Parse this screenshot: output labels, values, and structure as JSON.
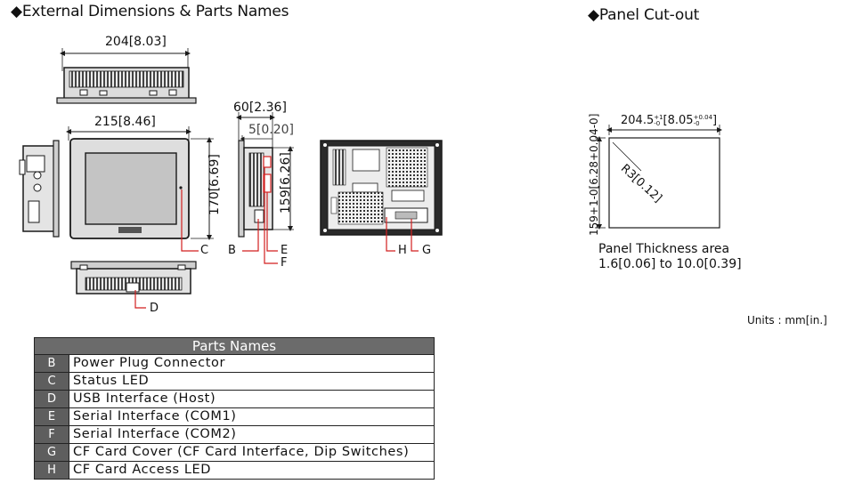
{
  "headings": {
    "left": "◆External Dimensions & Parts Names",
    "right": "◆Panel Cut-out"
  },
  "dimensions": {
    "top_width": "204[8.03]",
    "front_width": "215[8.46]",
    "front_height": "170[6.69]",
    "depth": "60[2.36]",
    "bezel": "5[0.20]",
    "side_height": "159[6.26]"
  },
  "cutout": {
    "width_main": "204.5",
    "width_tol_upper": "+1",
    "width_tol_lower": "-0",
    "width_inch": "[8.05",
    "width_inch_tol_upper": "+0.04",
    "width_inch_tol_lower": "-0",
    "width_close": "]",
    "height_text": "159+1-0[6.28+0.04-0]",
    "radius": "R3[0.12]",
    "thickness_line1": "Panel Thickness area",
    "thickness_line2": "1.6[0.06] to 10.0[0.39]"
  },
  "units": "Units : mm[in.]",
  "callouts": [
    "C",
    "B",
    "E",
    "F",
    "D",
    "H",
    "G"
  ],
  "parts": {
    "title": "Parts Names",
    "items": [
      {
        "letter": "B",
        "name": "Power Plug Connector"
      },
      {
        "letter": "C",
        "name": "Status LED"
      },
      {
        "letter": "D",
        "name": "USB Interface (Host)"
      },
      {
        "letter": "E",
        "name": "Serial Interface (COM1)"
      },
      {
        "letter": "F",
        "name": "Serial Interface (COM2)"
      },
      {
        "letter": "G",
        "name": "CF Card Cover (CF Card Interface, Dip Switches)"
      },
      {
        "letter": "H",
        "name": "CF Card Access LED"
      }
    ]
  },
  "colors": {
    "line": "#1a1a1a",
    "body_fill": "#d9d9d9",
    "screen_fill": "#bdbdbd",
    "accent_red": "#d21f1f",
    "table_header": "#6b6b6b",
    "table_letter": "#5e5e5e"
  }
}
